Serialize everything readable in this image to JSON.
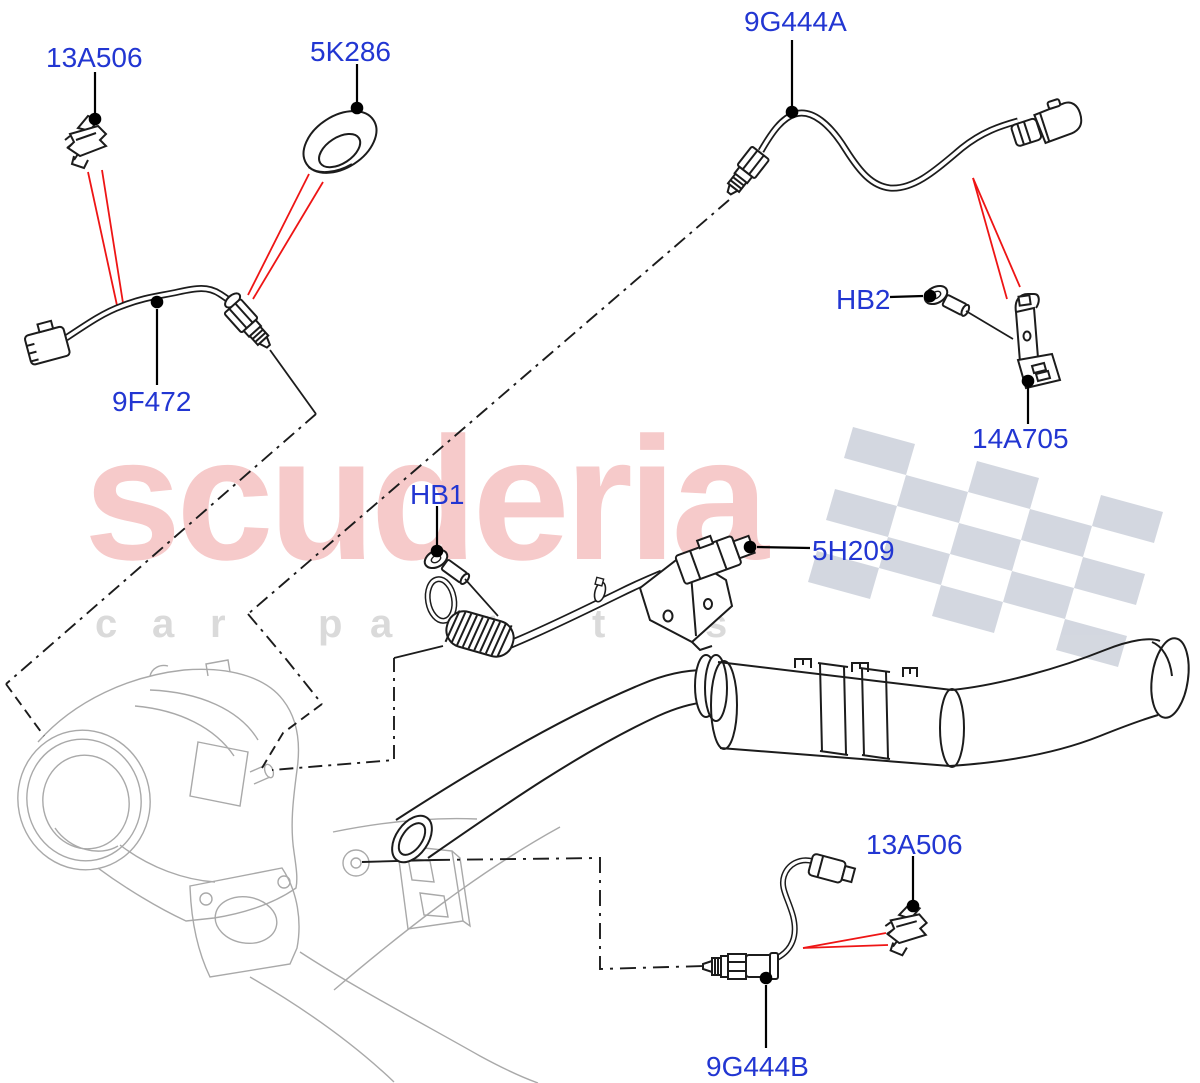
{
  "labels": {
    "l13a506_top": "13A506",
    "l5k286": "5K286",
    "l9g444a": "9G444A",
    "lhb2": "HB2",
    "l14a705": "14A705",
    "lhb1": "HB1",
    "l5h209": "5H209",
    "l9f472": "9F472",
    "l13a506_bottom": "13A506",
    "l9g444b": "9G444B"
  },
  "watermark": {
    "brand": "scuderia",
    "letters": [
      "c",
      "a",
      "r",
      "p",
      "a",
      "r",
      "t",
      "s"
    ]
  },
  "colors": {
    "label_blue": "#2236d2",
    "callout_red": "#ee1515",
    "watermark_pink": "#f6caca",
    "watermark_gray": "#dadada",
    "flag_gray": "#ccd1db",
    "reference_gray": "#a9a9a9",
    "line_black": "#1c1c1c"
  }
}
